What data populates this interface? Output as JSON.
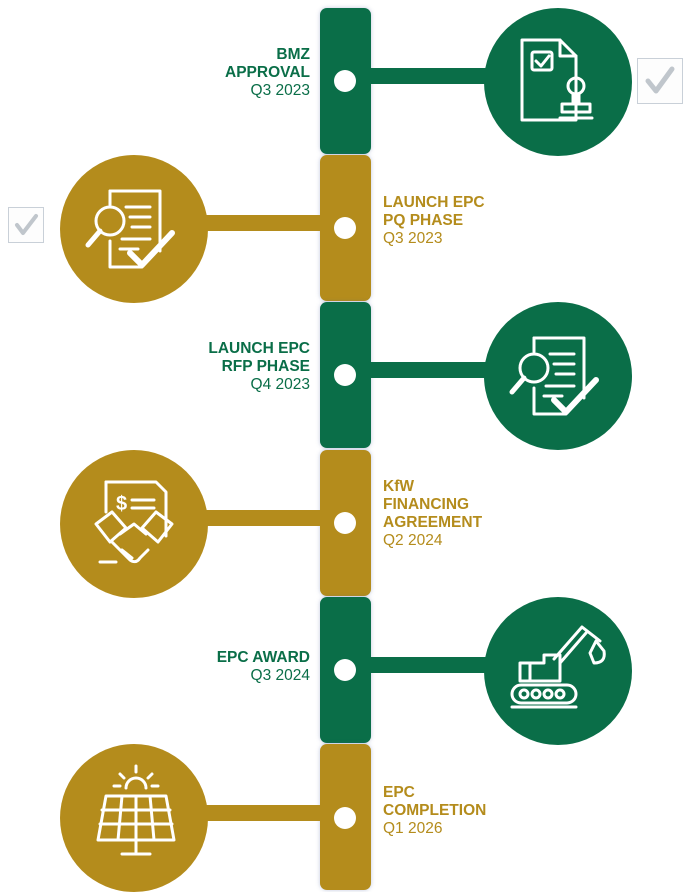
{
  "colors": {
    "green": "#0a6e48",
    "gold": "#b48c1c"
  },
  "milestones": [
    {
      "title_lines": [
        "BMZ",
        "APPROVAL"
      ],
      "date": "Q3 2023",
      "color": "green",
      "icon": "document-stamp-icon",
      "checked": true
    },
    {
      "title_lines": [
        "LAUNCH EPC",
        "PQ PHASE"
      ],
      "date": "Q3 2023",
      "color": "gold",
      "icon": "document-review-icon",
      "checked": true
    },
    {
      "title_lines": [
        "LAUNCH EPC",
        "RFP PHASE"
      ],
      "date": "Q4 2023",
      "color": "green",
      "icon": "document-review-icon",
      "checked": false
    },
    {
      "title_lines": [
        "KfW",
        "FINANCING",
        "AGREEMENT"
      ],
      "date": "Q2 2024",
      "color": "gold",
      "icon": "handshake-contract-icon",
      "checked": false
    },
    {
      "title_lines": [
        "EPC AWARD"
      ],
      "date": "Q3 2024",
      "color": "green",
      "icon": "excavator-icon",
      "checked": false
    },
    {
      "title_lines": [
        "EPC",
        "COMPLETION"
      ],
      "date": "Q1 2026",
      "color": "gold",
      "icon": "solar-panel-icon",
      "checked": false
    }
  ]
}
